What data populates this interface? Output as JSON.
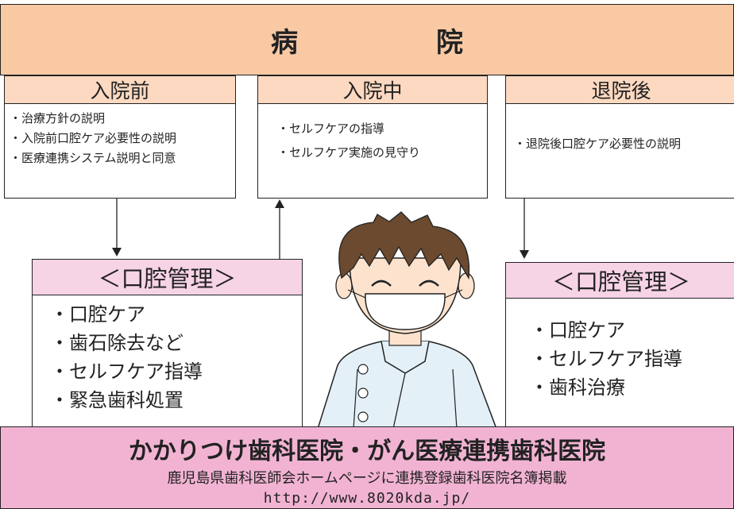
{
  "hospital": {
    "title": "病　院"
  },
  "phases": [
    {
      "title": "入院前",
      "items": [
        "・治療方針の説明",
        "・入院前口腔ケア必要性の説明",
        "・医療連携システム説明と同意"
      ]
    },
    {
      "title": "入院中",
      "items": [
        "・セルフケアの指導",
        "・セルフケア実施の見守り"
      ]
    },
    {
      "title": "退院後",
      "items": [
        "・退院後口腔ケア必要性の説明"
      ]
    }
  ],
  "oral_left": {
    "title": "＜口腔管理＞",
    "items": [
      "・口腔ケア",
      "・歯石除去など",
      "・セルフケア指導",
      "・緊急歯科処置"
    ]
  },
  "oral_right": {
    "title": "＜口腔管理＞",
    "items": [
      "・口腔ケア",
      "・セルフケア指導",
      "・歯科治療"
    ]
  },
  "clinic": {
    "title": "かかりつけ歯科医院・がん医療連携歯科医院",
    "subtitle": "鹿児島県歯科医師会ホームページに連携登録歯科医院名簿掲載",
    "url": "http://www.8020kda.jp/"
  },
  "colors": {
    "hospital": "#f9c9a4",
    "phase_header": "#fcd9c0",
    "oral_header": "#f7d3e6",
    "clinic": "#f2b3d3",
    "coat": "#e3f0f7",
    "skin": "#fde3cd",
    "hair": "#6b4a2f"
  },
  "icons": [
    "arrow-down-icon",
    "arrow-up-icon",
    "dentist-illustration"
  ]
}
